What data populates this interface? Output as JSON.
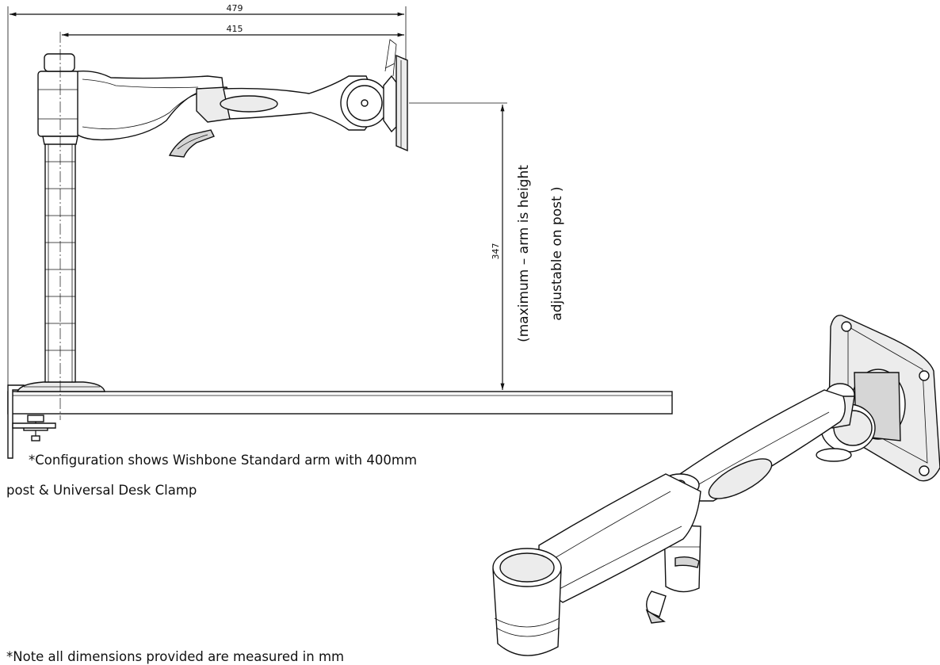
{
  "dimensions": {
    "overall_width": "479",
    "reach": "415",
    "max_height": "347",
    "height_note_line1": "(maximum – arm is height",
    "height_note_line2": "adjustable on post )"
  },
  "notes": {
    "configuration_line1": "*Configuration shows Wishbone Standard arm with 400mm",
    "configuration_line2": "post & Universal Desk Clamp",
    "units": "*Note all dimensions provided are measured in mm"
  },
  "colors": {
    "line": "#111111",
    "background": "#ffffff"
  }
}
